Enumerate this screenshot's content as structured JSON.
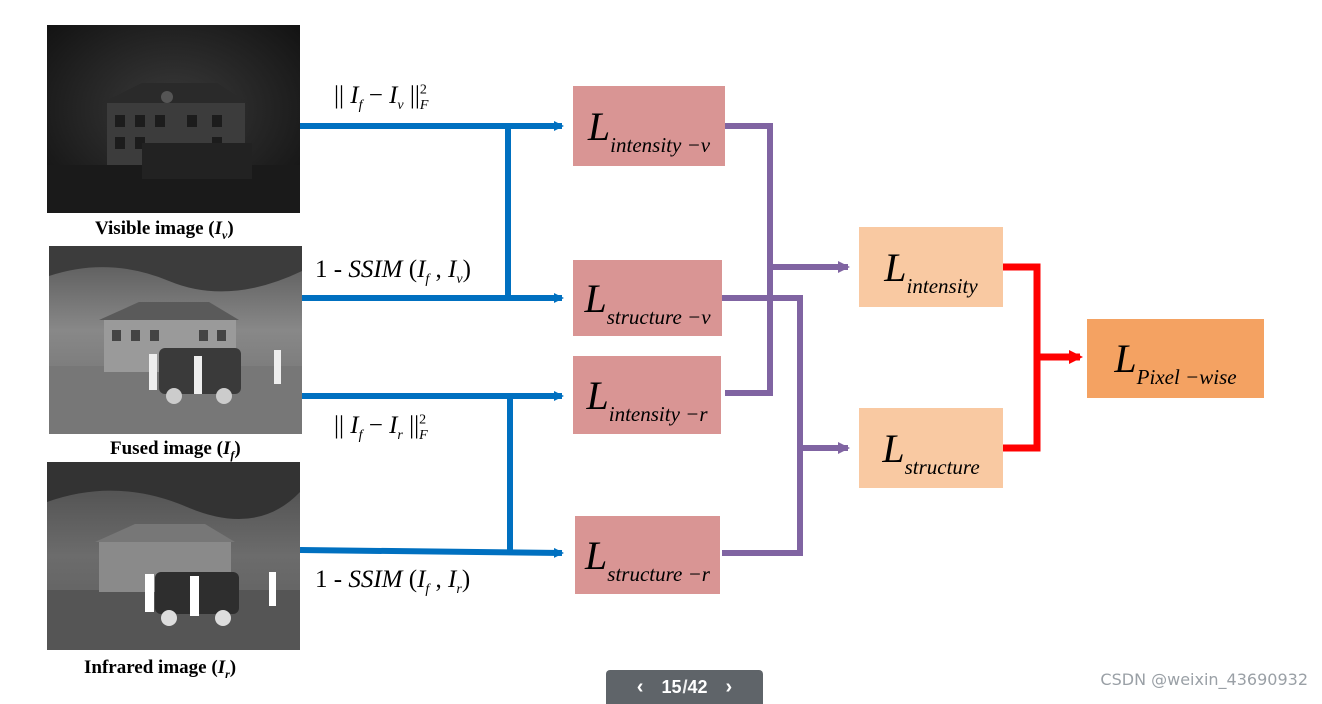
{
  "images": {
    "visible_caption": "Visible image (",
    "visible_var": "I",
    "visible_sub": "v",
    "fused_caption": "Fused image (",
    "fused_var": "I",
    "fused_sub": "f",
    "infrared_caption": "Infrared image (",
    "infrared_var": "I",
    "infrared_sub": "r",
    "caption_close": ")"
  },
  "formulas": {
    "intensity_v": {
      "pre": "|| ",
      "a": "I",
      "a_sub": "f",
      "op": " − ",
      "b": "I",
      "b_sub": "v",
      "post": " ||",
      "sup": "2",
      "norm_sub": "F"
    },
    "ssim_v": {
      "pre": "1 - ",
      "fn": "SSIM",
      "open": " (",
      "a": "I",
      "a_sub": "f",
      "comma": " , ",
      "b": "I",
      "b_sub": "v",
      "close": ")"
    },
    "intensity_r": {
      "pre": "|| ",
      "a": "I",
      "a_sub": "f",
      "op": " − ",
      "b": "I",
      "b_sub": "r",
      "post": " ||",
      "sup": "2",
      "norm_sub": "F"
    },
    "ssim_r": {
      "pre": "1 - ",
      "fn": "SSIM",
      "open": " (",
      "a": "I",
      "a_sub": "f",
      "comma": " , ",
      "b": "I",
      "b_sub": "r",
      "close": ")"
    }
  },
  "losses": {
    "intensity_v": {
      "base": "L",
      "sub": "intensity −v"
    },
    "structure_v": {
      "base": "L",
      "sub": "structure −v"
    },
    "intensity_r": {
      "base": "L",
      "sub": "intensity −r"
    },
    "structure_r": {
      "base": "L",
      "sub": "structure −r"
    },
    "intensity": {
      "base": "L",
      "sub": "intensity"
    },
    "structure": {
      "base": "L",
      "sub": "structure"
    },
    "pixel_wise": {
      "base": "L",
      "sub": "Pixel −wise"
    }
  },
  "colors": {
    "blue_arrow": "#0070c0",
    "purple_line": "#8064a2",
    "red_arrow": "#ff0000",
    "box_red": "#d99594",
    "box_peach": "#f9c9a2",
    "box_orange": "#f4a262"
  },
  "pager": {
    "prev_icon": "chevron-left-icon",
    "next_icon": "chevron-right-icon",
    "current": "15",
    "separator": "/",
    "total": "42"
  },
  "credit": "CSDN @weixin_43690932"
}
